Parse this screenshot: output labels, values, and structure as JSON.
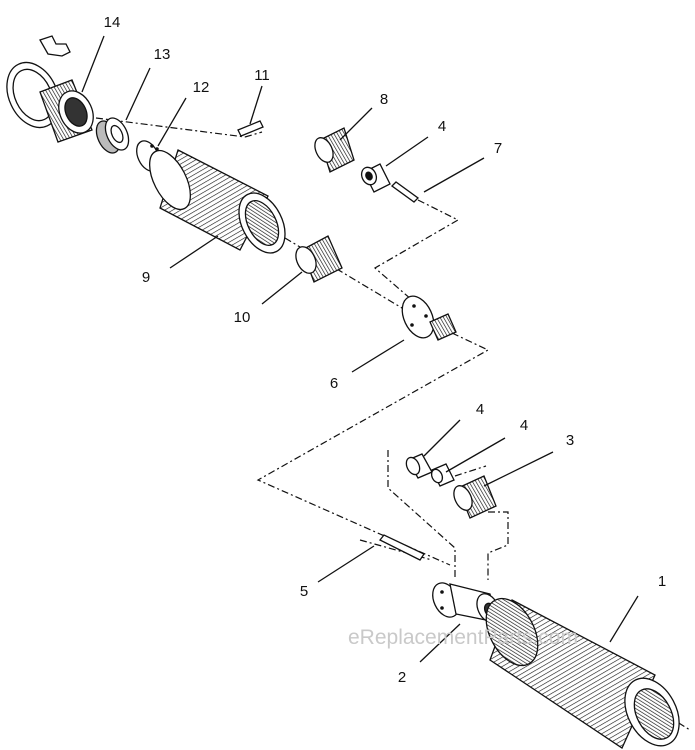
{
  "callouts": [
    {
      "id": "1",
      "label": "1"
    },
    {
      "id": "2",
      "label": "2"
    },
    {
      "id": "3",
      "label": "3"
    },
    {
      "id": "4a",
      "label": "4"
    },
    {
      "id": "4b",
      "label": "4"
    },
    {
      "id": "4c",
      "label": "4"
    },
    {
      "id": "5",
      "label": "5"
    },
    {
      "id": "6",
      "label": "6"
    },
    {
      "id": "7",
      "label": "7"
    },
    {
      "id": "8",
      "label": "8"
    },
    {
      "id": "9",
      "label": "9"
    },
    {
      "id": "10",
      "label": "10"
    },
    {
      "id": "11",
      "label": "11"
    },
    {
      "id": "12",
      "label": "12"
    },
    {
      "id": "13",
      "label": "13"
    },
    {
      "id": "14",
      "label": "14"
    }
  ],
  "watermark": "eReplacementParts.com",
  "colors": {
    "ink": "#111111",
    "paper": "#ffffff",
    "watermark": "#c9c9c9"
  }
}
